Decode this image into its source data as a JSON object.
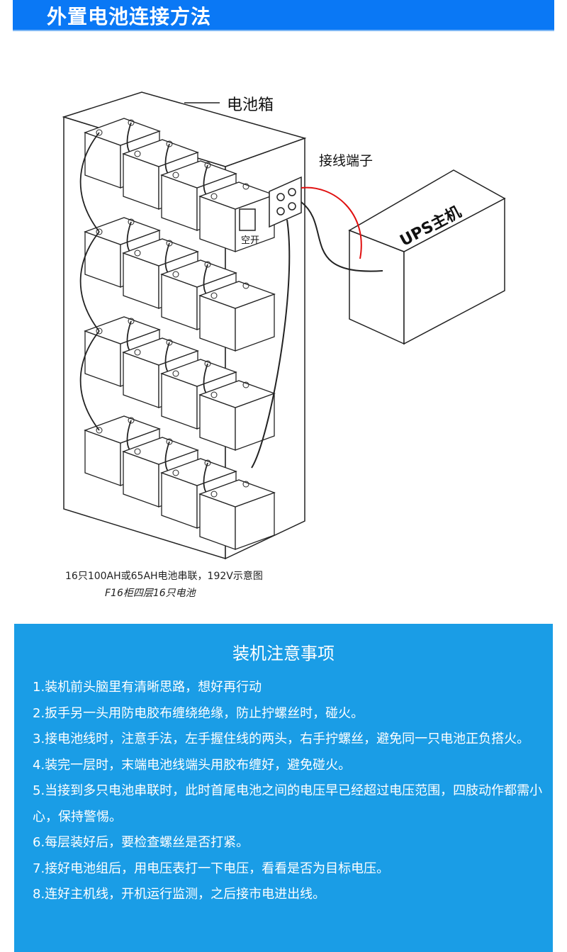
{
  "header": {
    "title": "外置电池连接方法"
  },
  "diagram": {
    "box_label": "电池箱",
    "terminal_label": "接线端子",
    "breaker_label": "空开",
    "ups_label": "UPS主机",
    "caption_line1": "16只100AH或65AH电池串联，192V示意图",
    "caption_line2": "F16柜四层16只电池",
    "layers": 4,
    "batteries_per_layer": 4,
    "positive_wire_color": "#e01010"
  },
  "notes": {
    "title": "装机注意事项",
    "items": [
      "1.装机前头脑里有清晰思路，想好再行动",
      "2.扳手另一头用防电胶布缠绕绝缘，防止拧螺丝时，碰火。",
      "3.接电池线时，注意手法，左手握住线的两头，右手拧螺丝，避免同一只电池正负搭火。",
      "4.装完一层时，末端电池线端头用胶布缠好，避免碰火。",
      "5.当接到多只电池串联时，此时首尾电池之间的电压早已经超过电压范围，四肢动作都需小心，保持警惕。",
      "6.每层装好后，要检查螺丝是否打紧。",
      "7.接好电池组后，用电压表打一下电压，看看是否为目标电压。",
      "8.连好主机线，开机运行监测，之后接市电进出线。"
    ]
  }
}
